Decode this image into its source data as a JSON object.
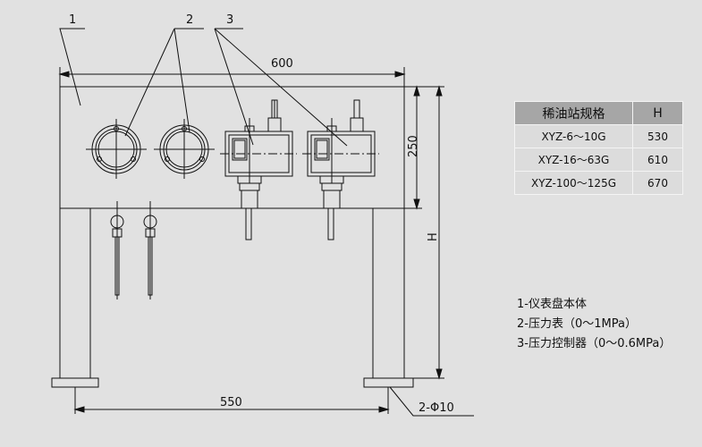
{
  "labels": {
    "part1": "1",
    "part2": "2",
    "part3": "3"
  },
  "dimensions": {
    "width_top": "600",
    "panel_height": "250",
    "total_height": "H",
    "leg_spacing": "550",
    "holes": "2-Φ10"
  },
  "table": {
    "headers": [
      "稀油站规格",
      "H"
    ],
    "rows": [
      [
        "XYZ-6～10G",
        "530"
      ],
      [
        "XYZ-16～63G",
        "610"
      ],
      [
        "XYZ-100～125G",
        "670"
      ]
    ]
  },
  "legend": [
    "1-仪表盘本体",
    "2-压力表（0～1MPa）",
    "3-压力控制器（0～0.6MPa）"
  ]
}
